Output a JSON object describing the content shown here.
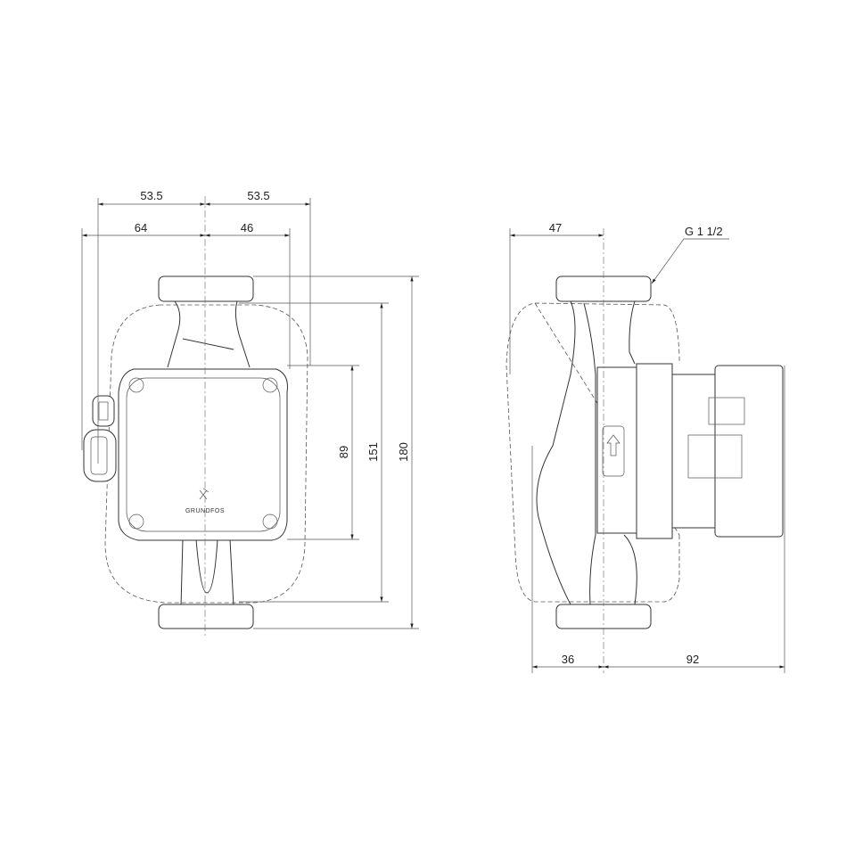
{
  "drawing": {
    "front_view": {
      "dimensions": {
        "top_left_half": "53.5",
        "top_right_half": "53.5",
        "connector_offset": "64",
        "control_box_half": "46",
        "control_box_height": "89",
        "housing_height": "151",
        "port_to_port": "180"
      },
      "logo": "GRUNDFOS"
    },
    "side_view": {
      "dimensions": {
        "flange_half": "47",
        "rear_depth": "36",
        "motor_depth": "92"
      },
      "thread_label": "G 1 1/2"
    }
  }
}
